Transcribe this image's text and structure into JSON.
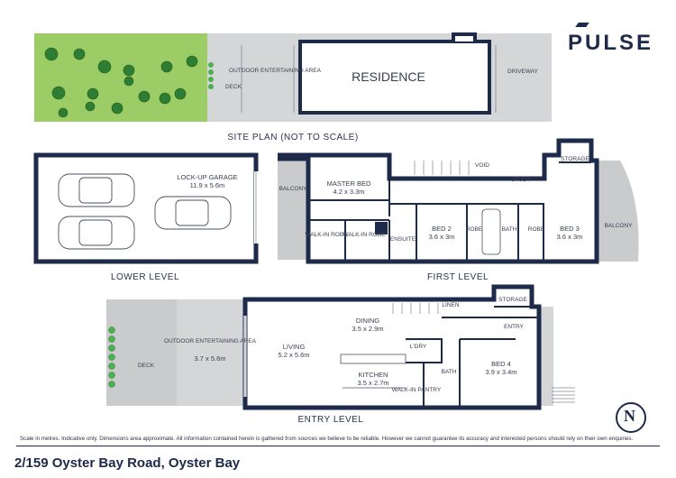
{
  "brand": {
    "name": "PULSE"
  },
  "site_plan": {
    "caption": "SITE PLAN (NOT TO SCALE)",
    "residence": "RESIDENCE",
    "deck": "DECK",
    "outdoor": "OUTDOOR ENTERTAINING AREA",
    "driveway": "DRIVEWAY"
  },
  "lower_level": {
    "caption": "LOWER LEVEL",
    "garage_name": "LOCK-UP GARAGE",
    "garage_size": "11.9 x 5.6m"
  },
  "first_level": {
    "caption": "FIRST LEVEL",
    "master_name": "MASTER BED",
    "master_size": "4.2 x 3.3m",
    "balcony_left": "BALCONY",
    "balcony_right": "BALCONY",
    "void": "VOID",
    "study": "STUDY",
    "storage": "STORAGE",
    "bed2_name": "BED 2",
    "bed2_size": "3.6 x 3m",
    "bed3_name": "BED 3",
    "bed3_size": "3.6 x 3m",
    "bath": "BATH",
    "ensuite": "ENSUITE",
    "walkin1": "WALK-IN ROBE",
    "walkin2": "WALK-IN ROBE",
    "robe1": "ROBE",
    "robe2": "ROBE"
  },
  "entry_level": {
    "caption": "ENTRY LEVEL",
    "deck": "DECK",
    "outdoor_name": "OUTDOOR ENTERTAINING AREA",
    "outdoor_size": "3.7 x 5.6m",
    "living_name": "LIVING",
    "living_size": "5.2 x 5.6m",
    "dining_name": "DINING",
    "dining_size": "3.5 x 2.9m",
    "kitchen_name": "KITCHEN",
    "kitchen_size": "3.5 x 2.7m",
    "bed4_name": "BED 4",
    "bed4_size": "3.9 x 3.4m",
    "lndry": "L'DRY",
    "bath": "BATH",
    "storage": "STORAGE",
    "entry": "ENTRY",
    "linen": "LINEN",
    "walkin_pantry": "WALK-IN PANTRY"
  },
  "disclaimer": "Scale in metres. Indicative only. Dimensions area approximate. All information contained herein is gathered from sources we believe to be reliable. However we cannot guarantee its accuracy and interested persons should rely on their own enquiries.",
  "footer": {
    "address": "2/159 Oyster Bay Road, Oyster Bay"
  },
  "colors": {
    "wall": "#1e2a4a",
    "lawn": "#9ccc65",
    "paving": "#d4d6d8",
    "trees": "#2e7d32"
  }
}
